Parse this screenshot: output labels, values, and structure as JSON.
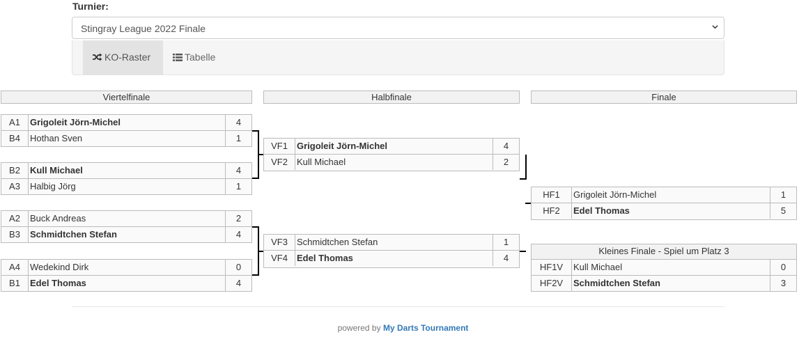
{
  "tournament": {
    "label": "Turnier:",
    "selected": "Stingray League 2022 Finale"
  },
  "tabs": [
    {
      "label": "KO-Raster",
      "icon": "shuffle-icon",
      "active": true
    },
    {
      "label": "Tabelle",
      "icon": "list-icon",
      "active": false
    }
  ],
  "rounds": {
    "quarter": "Viertelfinale",
    "semi": "Halbfinale",
    "final": "Finale",
    "third": "Kleines Finale - Spiel um Platz 3"
  },
  "quarterfinals": [
    {
      "top": {
        "code": "A1",
        "name": "Grigoleit Jörn-Michel",
        "score": "4"
      },
      "bottom": {
        "code": "B4",
        "name": "Hothan Sven",
        "score": "1"
      },
      "winner": "top"
    },
    {
      "top": {
        "code": "B2",
        "name": "Kull Michael",
        "score": "4"
      },
      "bottom": {
        "code": "A3",
        "name": "Halbig Jörg",
        "score": "1"
      },
      "winner": "top"
    },
    {
      "top": {
        "code": "A2",
        "name": "Buck Andreas",
        "score": "2"
      },
      "bottom": {
        "code": "B3",
        "name": "Schmidtchen Stefan",
        "score": "4"
      },
      "winner": "bottom"
    },
    {
      "top": {
        "code": "A4",
        "name": "Wedekind Dirk",
        "score": "0"
      },
      "bottom": {
        "code": "B1",
        "name": "Edel Thomas",
        "score": "4"
      },
      "winner": "bottom"
    }
  ],
  "semifinals": [
    {
      "top": {
        "code": "VF1",
        "name": "Grigoleit Jörn-Michel",
        "score": "4"
      },
      "bottom": {
        "code": "VF2",
        "name": "Kull Michael",
        "score": "2"
      },
      "winner": "top"
    },
    {
      "top": {
        "code": "VF3",
        "name": "Schmidtchen Stefan",
        "score": "1"
      },
      "bottom": {
        "code": "VF4",
        "name": "Edel Thomas",
        "score": "4"
      },
      "winner": "bottom"
    }
  ],
  "final": {
    "top": {
      "code": "HF1",
      "name": "Grigoleit Jörn-Michel",
      "score": "1"
    },
    "bottom": {
      "code": "HF2",
      "name": "Edel Thomas",
      "score": "5"
    },
    "winner": "bottom"
  },
  "third_place": {
    "top": {
      "code": "HF1V",
      "name": "Kull Michael",
      "score": "0"
    },
    "bottom": {
      "code": "HF2V",
      "name": "Schmidtchen Stefan",
      "score": "3"
    },
    "winner": "bottom"
  },
  "footer": {
    "prefix": "powered by",
    "link": "My Darts Tournament"
  },
  "colors": {
    "link": "#337ab7",
    "border": "#bbbbbb",
    "header_bg": "#f2f2f2"
  }
}
